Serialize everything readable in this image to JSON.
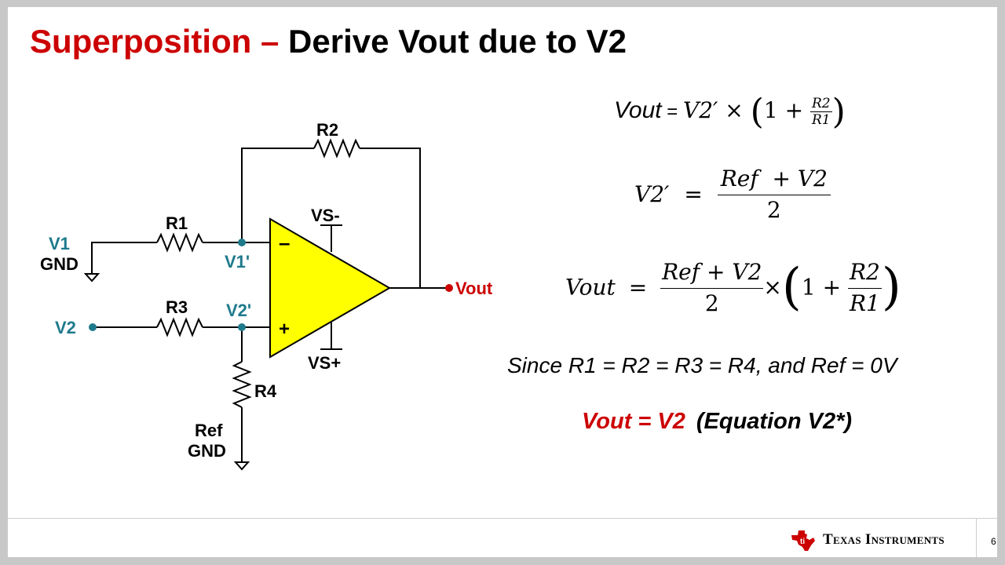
{
  "title": {
    "part1": "Superposition – ",
    "part2": "Derive Vout due to V2"
  },
  "circuit": {
    "labels": {
      "r2": "R2",
      "r1": "R1",
      "r3": "R3",
      "r4": "R4",
      "vs_minus": "VS-",
      "vs_plus": "VS+",
      "v1": "V1",
      "gnd1": "GND",
      "v1p": "V1'",
      "v2": "V2",
      "v2p": "V2'",
      "ref": "Ref",
      "gnd2": "GND",
      "vout": "Vout",
      "minus": "–",
      "plus": "+"
    },
    "colors": {
      "opamp_fill": "#ffff00",
      "node": "#1f7a8c",
      "vout_node": "#cc0000",
      "label_teal": "#1f7a8c"
    }
  },
  "equations": {
    "eq1": {
      "lhs": "Vout",
      "eq": " = ",
      "term": "V2′",
      "times": "×",
      "one": "1",
      "plus": "+",
      "num": "R2",
      "den": "R1"
    },
    "eq2": {
      "lhs": "V2′",
      "eq": "=",
      "num": "Ref  + V2",
      "den": "2"
    },
    "eq3": {
      "lhs": "Vout",
      "eq": "=",
      "num": "Ref + V2",
      "den": "2",
      "times": "×",
      "one": "1",
      "plus": "+",
      "num2": "R2",
      "den2": "R1"
    }
  },
  "since": "Since R1 = R2 = R3 = R4, and Ref = 0V",
  "result": {
    "main": "Vout = V2",
    "note": "(Equation V2*)"
  },
  "footer": {
    "logo_text": "Texas Instruments",
    "page": "6",
    "brand_color": "#cc0000"
  }
}
